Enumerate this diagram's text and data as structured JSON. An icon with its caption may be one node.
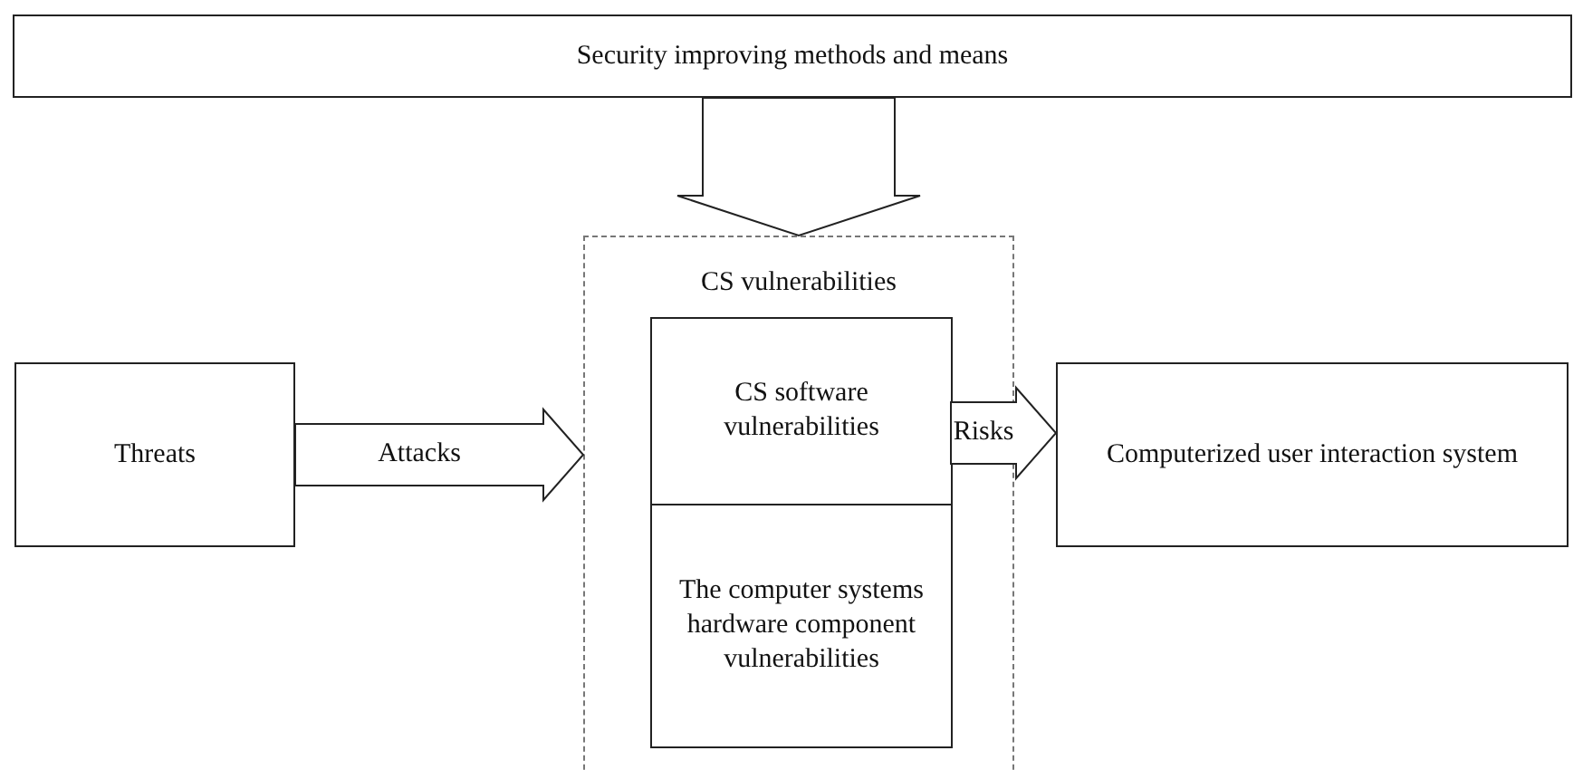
{
  "diagram": {
    "nodes": [
      {
        "text": [
          "Security improving methods and means"
        ]
      },
      {
        "text": [
          "CS vulnerabilities"
        ]
      },
      {
        "text": [
          "CS software vulnerabilities"
        ],
        "in": 1
      },
      {
        "text": [
          "The computer systems hardware component vulnerabilities"
        ],
        "in": 1
      },
      {
        "text": [
          "Threats"
        ]
      },
      {
        "text": [
          "Computerized user interaction system"
        ]
      }
    ],
    "edges": [
      {
        "from": 0,
        "to": 1,
        "arrow": "to"
      },
      {
        "from": 4,
        "to": 1,
        "arrow": "to",
        "label": "Attacks"
      },
      {
        "from": 2,
        "to": 5,
        "arrow": "to",
        "label": "Risks"
      }
    ]
  }
}
